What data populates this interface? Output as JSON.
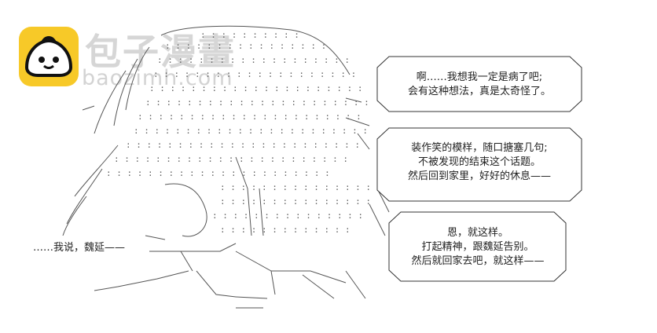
{
  "watermark": {
    "brand_cn": "包子漫畫",
    "brand_url": "baozimh.com"
  },
  "bubbles": [
    {
      "lines": [
        "啊……我想我一定是病了吧;",
        "会有这种想法，真是太奇怪了。"
      ]
    },
    {
      "lines": [
        "装作笑的模样，随口搪塞几句;",
        "不被发现的结束这个话题。",
        "然后回到家里，好好的休息——"
      ]
    },
    {
      "lines": [
        "恩，就这样。",
        "打起精神，跟魏延告别。",
        "然后就回家去吧，就这样——"
      ]
    }
  ],
  "caption": "……我说，魏延——"
}
